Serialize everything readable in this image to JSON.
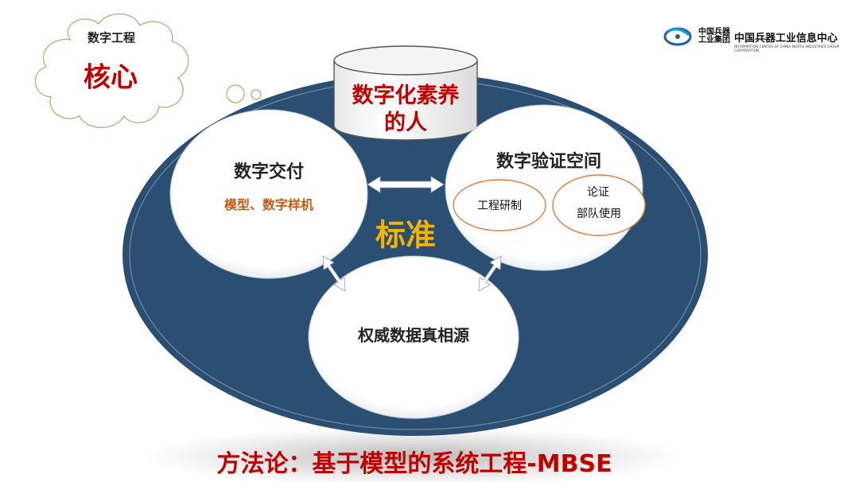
{
  "cloud": {
    "small_label": "数字工程",
    "big_label": "核心"
  },
  "drum": {
    "line1": "数字化素养",
    "line2": "的人"
  },
  "delivery": {
    "title": "数字交付",
    "subtitle": "模型、数字样机"
  },
  "verification": {
    "title": "数字验证空间",
    "rd_label": "工程研制",
    "proof_line1": "论证",
    "proof_line2": "部队使用"
  },
  "authoritative": {
    "title": "权威数据真相源"
  },
  "center_word": "标准",
  "bottom_title": "方法论：基于模型的系统工程-MBSE",
  "logo": {
    "mark_line1": "中国兵器",
    "mark_line2": "工业集团",
    "name": "中国兵器工业信息中心",
    "english": "INFORMATION CENTER OF CHINA NORTH INDUSTRIES GROUP CORPORATION"
  },
  "colors": {
    "ellipse": "#2a4f73",
    "title_red": "#c00000",
    "accent_orange": "#c55a11",
    "standard_gold": "#f4b400"
  }
}
